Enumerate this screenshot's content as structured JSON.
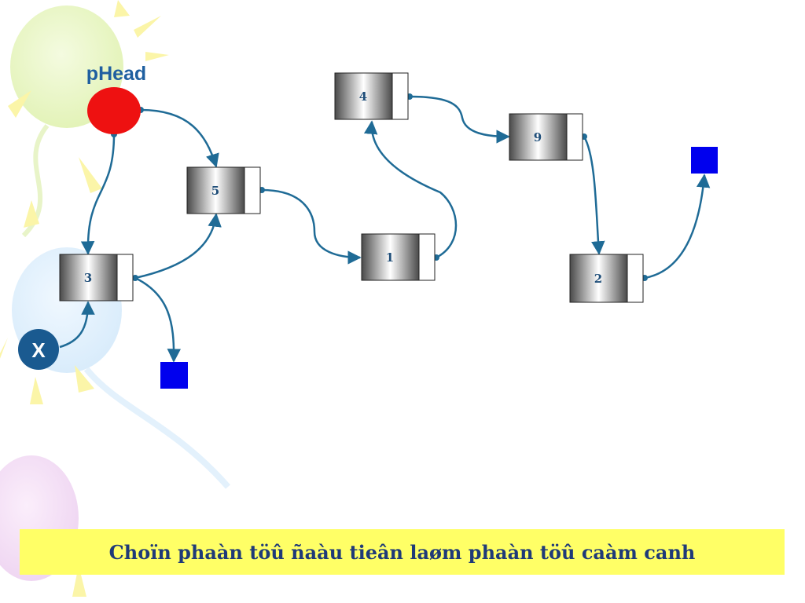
{
  "labels": {
    "head_pointer": "pHead",
    "new_node_pointer": "X"
  },
  "nodes": [
    {
      "id": "n3",
      "value": "3"
    },
    {
      "id": "n5",
      "value": "5"
    },
    {
      "id": "n1",
      "value": "1"
    },
    {
      "id": "n4",
      "value": "4"
    },
    {
      "id": "n9",
      "value": "9"
    },
    {
      "id": "n2",
      "value": "2"
    }
  ],
  "links": [
    {
      "from": "pHead",
      "to": "n5"
    },
    {
      "from": "pHead",
      "to": "n3"
    },
    {
      "from": "n3",
      "to": "n5"
    },
    {
      "from": "n3",
      "to": "null"
    },
    {
      "from": "n5",
      "to": "n1"
    },
    {
      "from": "n1",
      "to": "n4"
    },
    {
      "from": "n4",
      "to": "n9"
    },
    {
      "from": "n9",
      "to": "n2"
    },
    {
      "from": "n2",
      "to": "null"
    },
    {
      "from": "X",
      "to": "n3"
    }
  ],
  "caption": "Choïn phaàn töû ñaàu tieân laøm phaàn töû caàm canh",
  "colors": {
    "arrow": "#1f6b96",
    "head_pointer": "#ee1111",
    "new_node_pointer": "#1a5a90",
    "null_marker": "#0000ee",
    "caption_background": "#ffff66"
  }
}
